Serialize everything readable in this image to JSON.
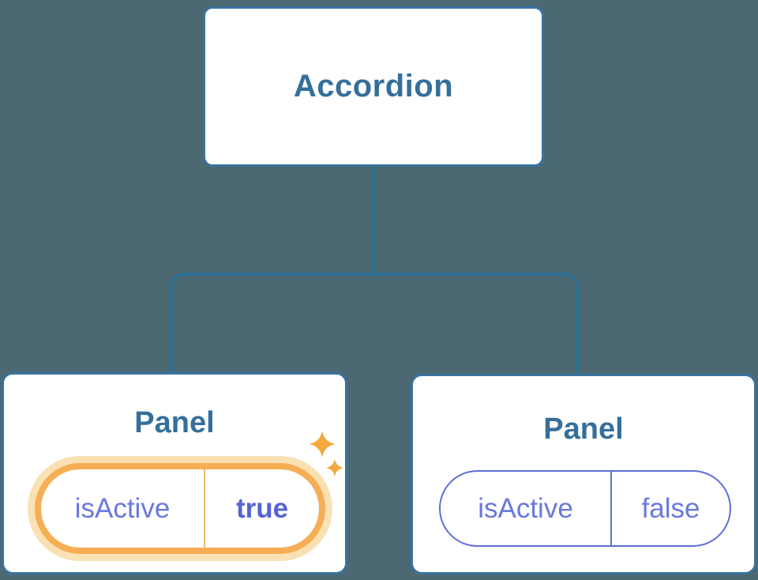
{
  "diagram": {
    "root": {
      "label": "Accordion"
    },
    "panels": [
      {
        "title": "Panel",
        "prop": "isActive",
        "value": "true",
        "active": true,
        "icon": "sparkles-icon"
      },
      {
        "title": "Panel",
        "prop": "isActive",
        "value": "false",
        "active": false
      }
    ]
  },
  "colors": {
    "background": "#4C6872",
    "node_fill": "#FFFFFF",
    "node_border": "#3973A0",
    "connector": "#2E7092",
    "node_text": "#356F9B",
    "state_text": "#6A79DB",
    "state_value_active_text": "#5464D6",
    "active_ring": "#F6AE55",
    "active_halo": "#FAE1B4",
    "active_divider": "#F3B768",
    "inactive_ring": "#5F6FD8",
    "sparkle": "#F3A93D"
  }
}
